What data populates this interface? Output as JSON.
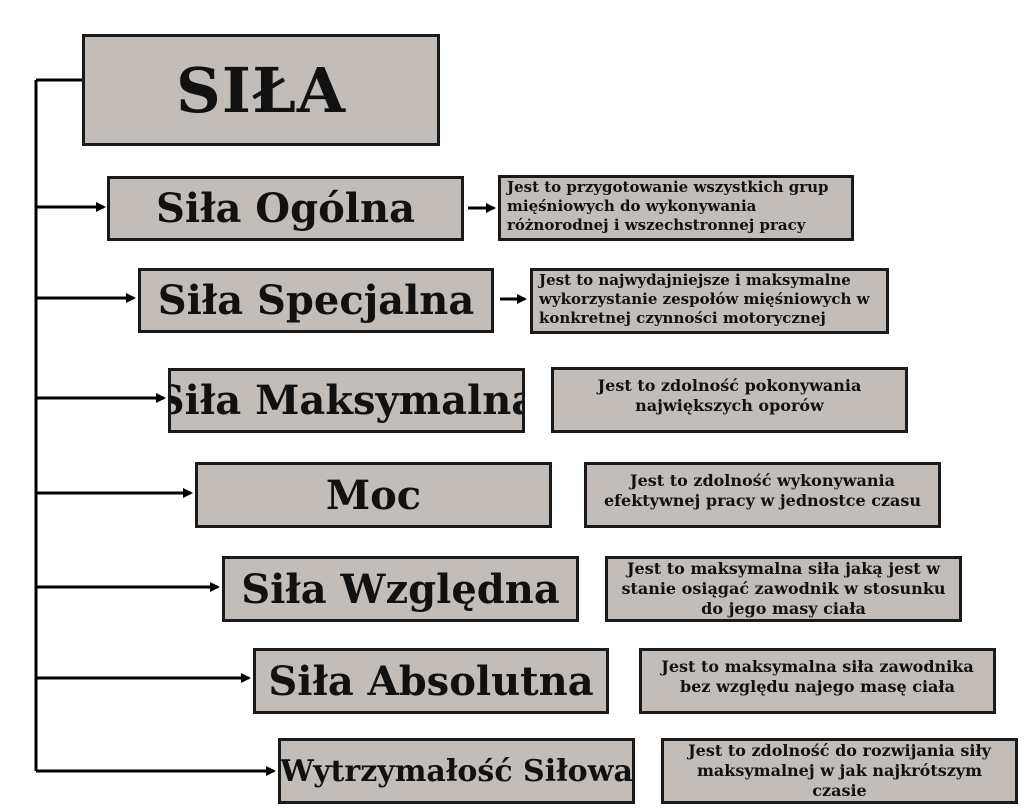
{
  "title": "SIŁA",
  "categories": [
    {
      "label": "Siła Ogólna",
      "description": "Jest to przygotowanie wszystkich grup mięśniowych do wykonywania różnorodnej i wszechstronnej pracy"
    },
    {
      "label": "Siła Specjalna",
      "description": "Jest to najwydajniejsze i maksymalne wykorzystanie zespołów mięśniowych w konkretnej czynności motorycznej"
    },
    {
      "label": "Siła Maksymalna",
      "description": "Jest to zdolność pokonywania największych oporów"
    },
    {
      "label": "Moc",
      "description": "Jest to zdolność wykonywania efektywnej pracy w jednostce czasu"
    },
    {
      "label": "Siła Względna",
      "description": "Jest to maksymalna siła jaką jest w stanie osiągać zawodnik w stosunku do jego masy ciała"
    },
    {
      "label": "Siła Absolutna",
      "description": "Jest to maksymalna siła zawodnika bez względu najego masę ciała"
    },
    {
      "label": "Wytrzymałość Siłowa",
      "description": "Jest to zdolność do rozwijania siły maksymalnej w jak najkrótszym czasie"
    }
  ]
}
